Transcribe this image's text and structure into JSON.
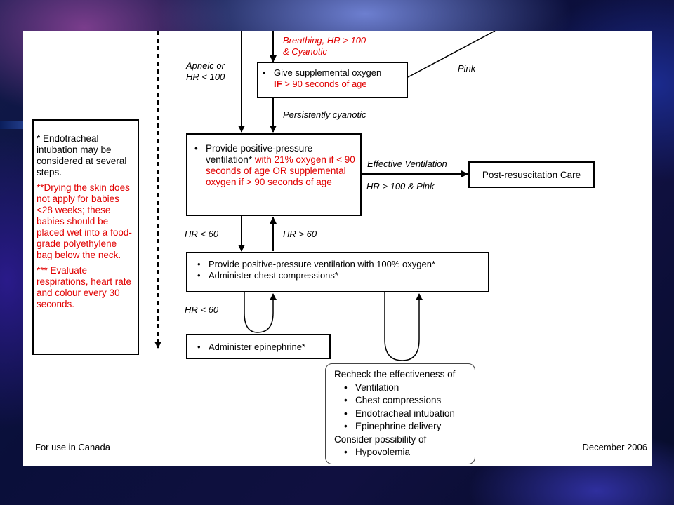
{
  "footer": {
    "left": "For use in Canada",
    "right": "December 2006"
  },
  "notes_box": {
    "note1": "* Endotracheal intubation may be considered at several steps.",
    "note2_stars": "**",
    "note2": "Drying the skin does not apply for babies <28 weeks; these babies should be placed wet into a food-grade polyethylene bag below the neck.",
    "note3_stars": "***",
    "note3": "Evaluate respirations, heart rate and colour every 30 seconds."
  },
  "labels": {
    "breathing_line1": "Breathing, HR > 100",
    "breathing_line2": "& Cyanotic",
    "apneic_line1": "Apneic or",
    "apneic_line2": "HR < 100",
    "pink": "Pink",
    "persistently_cyanotic": "Persistently cyanotic",
    "effective_ventilation": "Effective Ventilation",
    "hr_gt100_pink": "HR > 100 & Pink",
    "hr_lt60_a": "HR < 60",
    "hr_gt60": "HR > 60",
    "hr_lt60_b": "HR < 60"
  },
  "boxes": {
    "oxygen": {
      "bullet": "•",
      "line1": "Give supplemental oxygen",
      "if_word": "IF",
      "line2_rest": "> 90 seconds of age"
    },
    "ppv": {
      "bullet": "•",
      "black": "Provide positive-pressure ventilation*",
      "red": "with 21% oxygen if < 90 seconds of age OR supplemental oxygen if > 90 seconds of age"
    },
    "post_care": "Post-resuscitation Care",
    "ppv_compressions": {
      "bullet": "•",
      "item1": "Provide positive-pressure ventilation with 100% oxygen*",
      "item2": "Administer chest compressions*"
    },
    "epinephrine": {
      "bullet": "•",
      "text": "Administer epinephrine*"
    },
    "recheck": {
      "heading": "Recheck the effectiveness of",
      "bullet": "•",
      "items": [
        "Ventilation",
        "Chest compressions",
        "Endotracheal intubation",
        "Epinephrine delivery"
      ],
      "consider": "Consider possibility of",
      "consider_items": [
        "Hypovolemia"
      ]
    }
  },
  "colors": {
    "accent_red": "#e10000",
    "line": "#000000",
    "slide_bg": "#ffffff"
  }
}
